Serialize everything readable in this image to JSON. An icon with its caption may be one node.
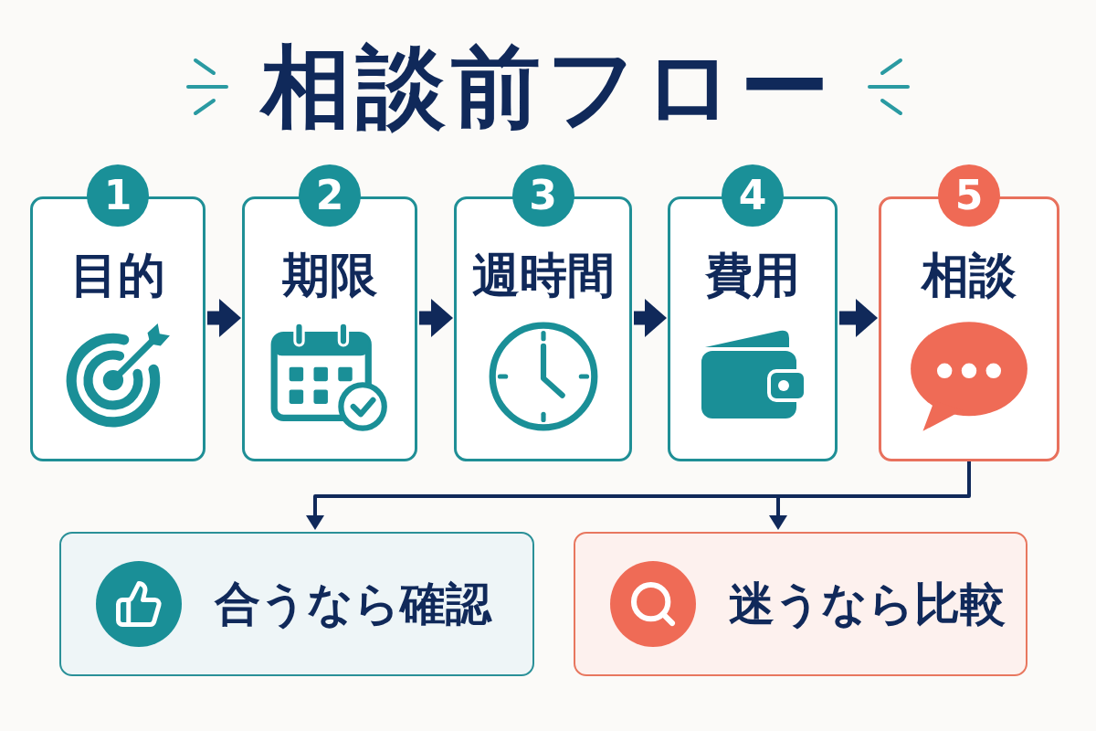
{
  "diagram": {
    "title": "相談前フロー",
    "nodes": [
      {
        "text": [
          "1",
          "目的"
        ]
      },
      {
        "text": [
          "2",
          "期限"
        ]
      },
      {
        "text": [
          "3",
          "週時間"
        ]
      },
      {
        "text": [
          "4",
          "費用"
        ]
      },
      {
        "text": [
          "5",
          "相談"
        ]
      },
      {
        "text": [
          "合うなら確認"
        ]
      },
      {
        "text": [
          "迷うなら比較"
        ]
      }
    ],
    "edges": [
      {
        "from": 0,
        "to": 1,
        "arrow": "to"
      },
      {
        "from": 1,
        "to": 2,
        "arrow": "to"
      },
      {
        "from": 2,
        "to": 3,
        "arrow": "to"
      },
      {
        "from": 3,
        "to": 4,
        "arrow": "to"
      },
      {
        "from": 4,
        "to": 5,
        "arrow": "to"
      },
      {
        "from": 4,
        "to": 6,
        "arrow": "to"
      }
    ]
  }
}
